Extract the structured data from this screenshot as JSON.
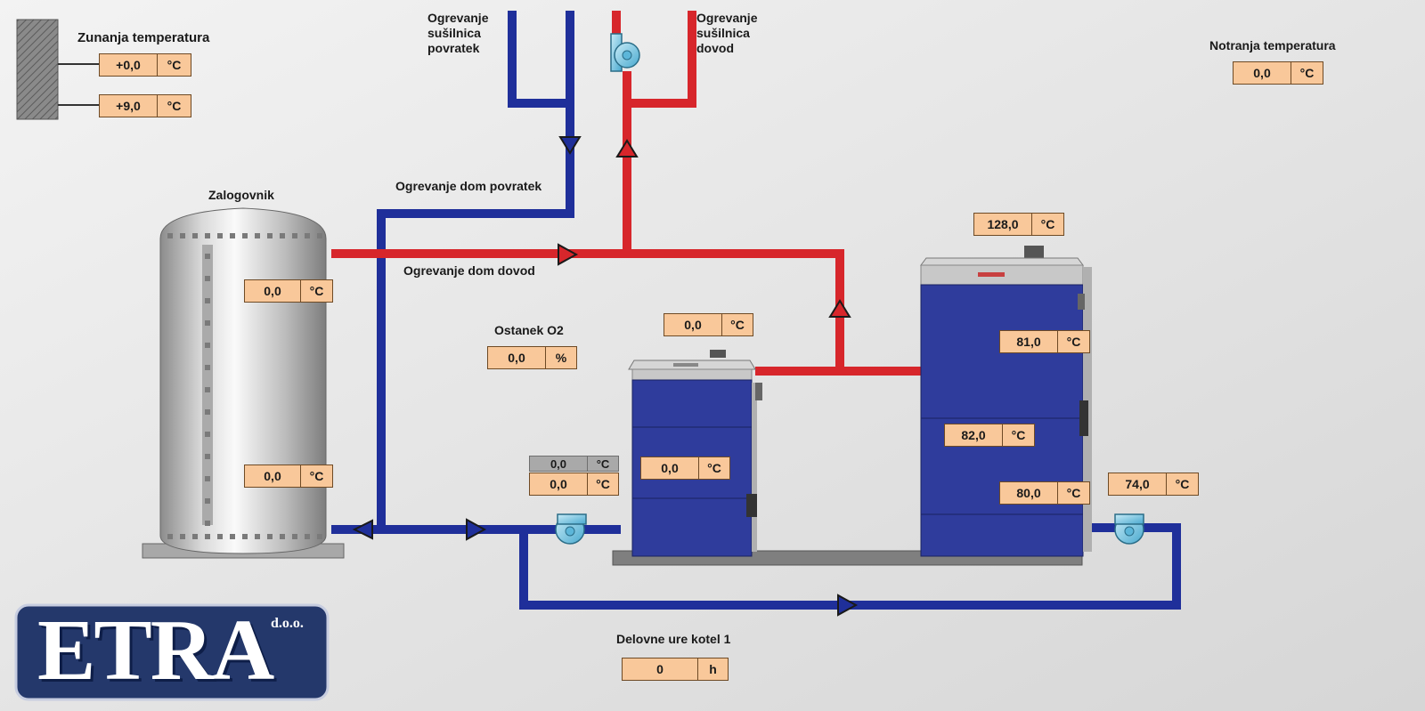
{
  "labels": {
    "zunanja": "Zunanja temperatura",
    "notranja": "Notranja temperatura",
    "zalogovnik": "Zalogovnik",
    "susilnica_povratek": "Ogrevanje\nsušilnica\npovratek",
    "susilnica_dovod": "Ogrevanje\nsušilnica\ndovod",
    "dom_povratek": "Ogrevanje dom povratek",
    "dom_dovod": "Ogrevanje dom dovod",
    "ostanek_o2": "Ostanek O2",
    "delovne_ure": "Delovne ure kotel 1"
  },
  "readings": {
    "outside_1": {
      "value": "+0,0",
      "unit": "°C"
    },
    "outside_2": {
      "value": "+9,0",
      "unit": "°C"
    },
    "inside": {
      "value": "0,0",
      "unit": "°C"
    },
    "tank_top": {
      "value": "0,0",
      "unit": "°C"
    },
    "tank_bottom": {
      "value": "0,0",
      "unit": "°C"
    },
    "o2": {
      "value": "0,0",
      "unit": "%"
    },
    "small_boiler_top": {
      "value": "0,0",
      "unit": "°C"
    },
    "small_boiler_body": {
      "value": "0,0",
      "unit": "°C"
    },
    "pump_left_set": {
      "value": "0,0",
      "unit": "°C"
    },
    "pump_left": {
      "value": "0,0",
      "unit": "°C"
    },
    "big_boiler_flue": {
      "value": "128,0",
      "unit": "°C"
    },
    "big_boiler_upper": {
      "value": "81,0",
      "unit": "°C"
    },
    "big_boiler_middle": {
      "value": "82,0",
      "unit": "°C"
    },
    "big_boiler_lower": {
      "value": "80,0",
      "unit": "°C"
    },
    "pump_right": {
      "value": "74,0",
      "unit": "°C"
    },
    "hours": {
      "value": "0",
      "unit": "h"
    }
  },
  "logo": {
    "main": "ETRA",
    "sub": "d.o.o."
  },
  "colors": {
    "supply_pipe": "#d7262b",
    "return_pipe": "#1f2f9a",
    "boiler": "#2f3c9c",
    "reading_box": "#f9c89a",
    "logo_bg": "#24386b"
  },
  "icons": [
    "outside-wall-icon",
    "tank-icon",
    "boiler-small-icon",
    "boiler-large-icon",
    "pump-icon",
    "flow-arrow-icon"
  ]
}
